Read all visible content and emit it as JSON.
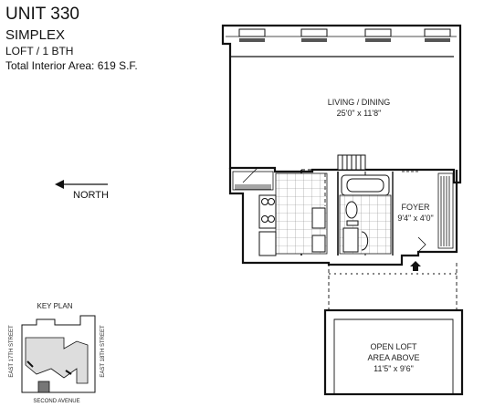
{
  "header": {
    "unit_title": "UNIT 330",
    "type": "SIMPLEX",
    "layout": "LOFT / 1 BTH",
    "area": "Total Interior Area: 619 S.F."
  },
  "compass": {
    "label": "NORTH"
  },
  "rooms": {
    "living": {
      "name": "LIVING / DINING",
      "dims": "25'0\" x 11'8\""
    },
    "foyer": {
      "name": "FOYER",
      "dims": "9'4\" x 4'0\""
    },
    "loft": {
      "line1": "OPEN LOFT",
      "line2": "AREA ABOVE",
      "dims": "11'5\" x 9'6\""
    }
  },
  "key_plan": {
    "title": "KEY PLAN",
    "street_left": "EAST 17TH STREET",
    "street_right": "EAST 18TH STREET",
    "street_bottom": "SECOND AVENUE"
  }
}
